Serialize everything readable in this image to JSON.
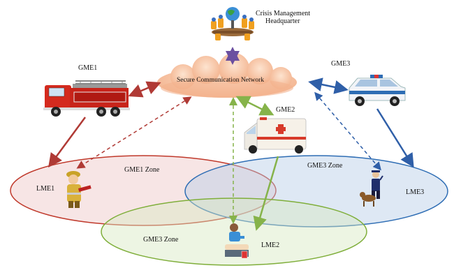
{
  "headquarter": {
    "line1": "Crisis Management",
    "line2": "Headquarter",
    "icon": "meeting-table-globe-icon"
  },
  "network": {
    "label": "Secure Communication Network",
    "icon": "cloud-icon"
  },
  "gme": [
    {
      "label": "GME1",
      "icon": "fire-truck-icon"
    },
    {
      "label": "GME2",
      "icon": "ambulance-icon"
    },
    {
      "label": "GME3",
      "icon": "police-car-icon"
    }
  ],
  "zones": [
    {
      "label": "GME1 Zone",
      "color": "#c0392b"
    },
    {
      "label": "GME3 Zone",
      "color": "#2e6db4"
    },
    {
      "label": "GME3 Zone",
      "color": "#7fae3a"
    }
  ],
  "lme": [
    {
      "label": "LME1",
      "icon": "firefighter-icon"
    },
    {
      "label": "LME3",
      "icon": "police-dog-handler-icon"
    },
    {
      "label": "LME2",
      "icon": "paramedic-cpr-icon"
    }
  ],
  "colors": {
    "red": "#b03a35",
    "blue": "#2f5fa8",
    "green": "#86b34a",
    "purple": "#6b4fa0",
    "cloud": "#f8c9a8"
  }
}
